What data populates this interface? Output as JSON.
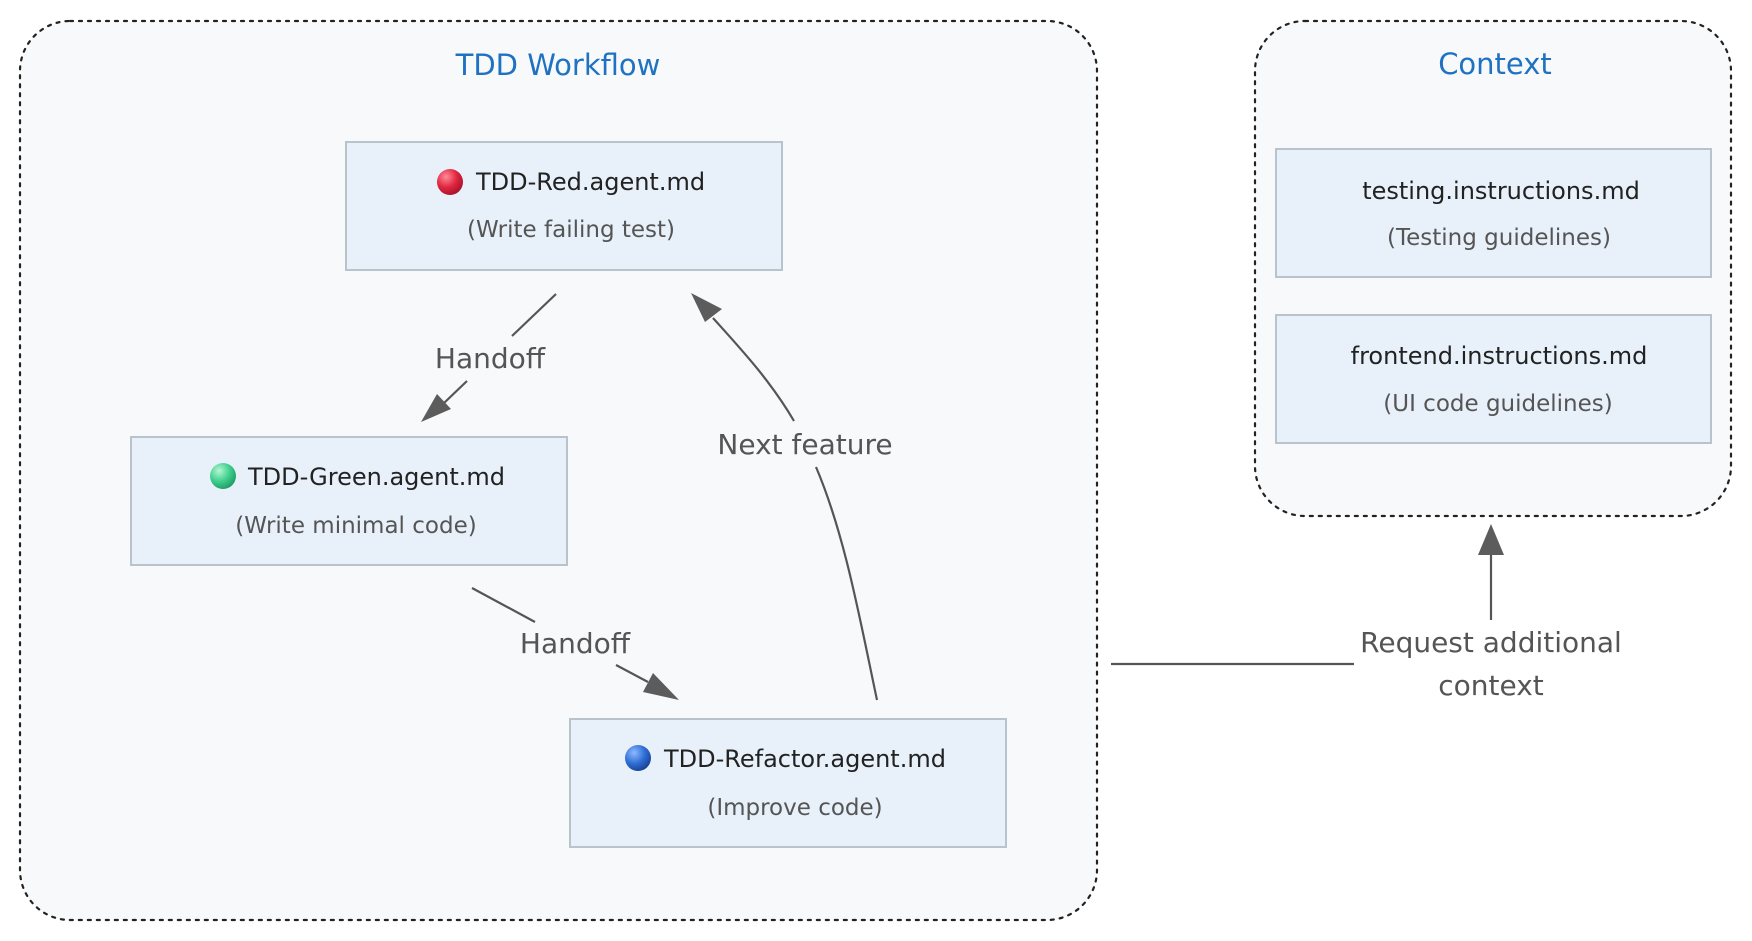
{
  "groups": {
    "workflow": {
      "title": "TDD Workflow"
    },
    "context": {
      "title": "Context"
    }
  },
  "nodes": {
    "red": {
      "title": "TDD-Red.agent.md",
      "subtitle": "(Write failing test)",
      "dot_color": "#e0263f"
    },
    "green": {
      "title": "TDD-Green.agent.md",
      "subtitle": "(Write minimal code)",
      "dot_color": "#3fcf8e"
    },
    "refactor": {
      "title": "TDD-Refactor.agent.md",
      "subtitle": "(Improve code)",
      "dot_color": "#2f6fd6"
    },
    "testing": {
      "title": "testing.instructions.md",
      "subtitle": "(Testing guidelines)"
    },
    "frontend": {
      "title": "frontend.instructions.md",
      "subtitle": "(UI code guidelines)"
    }
  },
  "edges": {
    "red_to_green": {
      "label": "Handoff"
    },
    "green_to_refactor": {
      "label": "Handoff"
    },
    "refactor_to_red": {
      "label": "Next feature"
    },
    "workflow_to_context": {
      "label_line1": "Request additional",
      "label_line2": "context"
    }
  },
  "colors": {
    "group_title": "#1f72c2",
    "node_fill": "#e8f1fa",
    "group_fill": "#f8f9fa",
    "edge": "#555555"
  }
}
